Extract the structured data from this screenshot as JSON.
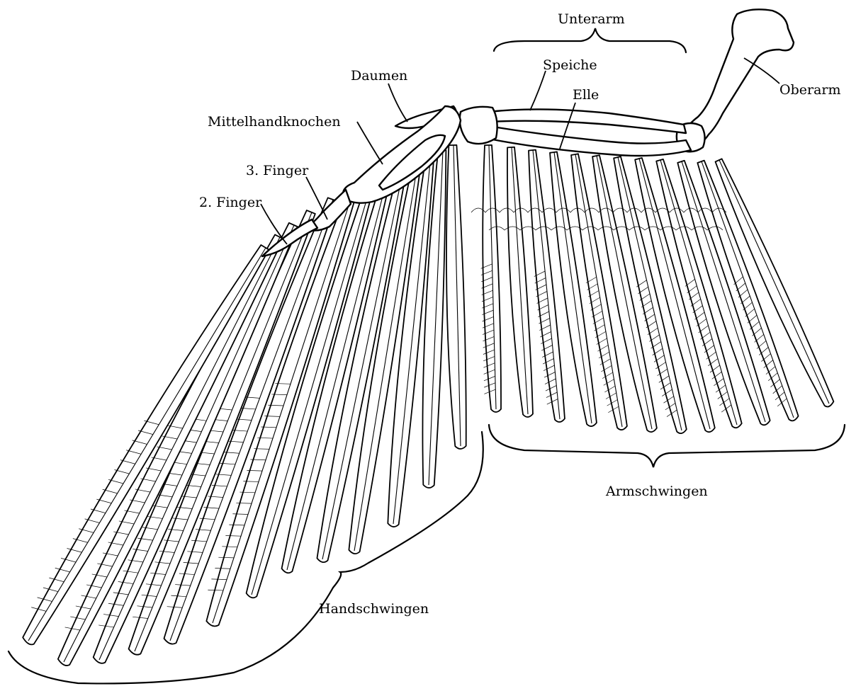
{
  "labels": {
    "unterarm": "Unterarm",
    "speiche": "Speiche",
    "elle": "Elle",
    "oberarm": "Oberarm",
    "daumen": "Daumen",
    "mittelhandknochen": "Mittelhandknochen",
    "finger3": "3. Finger",
    "finger2": "2. Finger",
    "armschwingen": "Armschwingen",
    "handschwingen": "Handschwingen"
  },
  "colors": {
    "ink": "#000000",
    "paper": "#ffffff"
  }
}
